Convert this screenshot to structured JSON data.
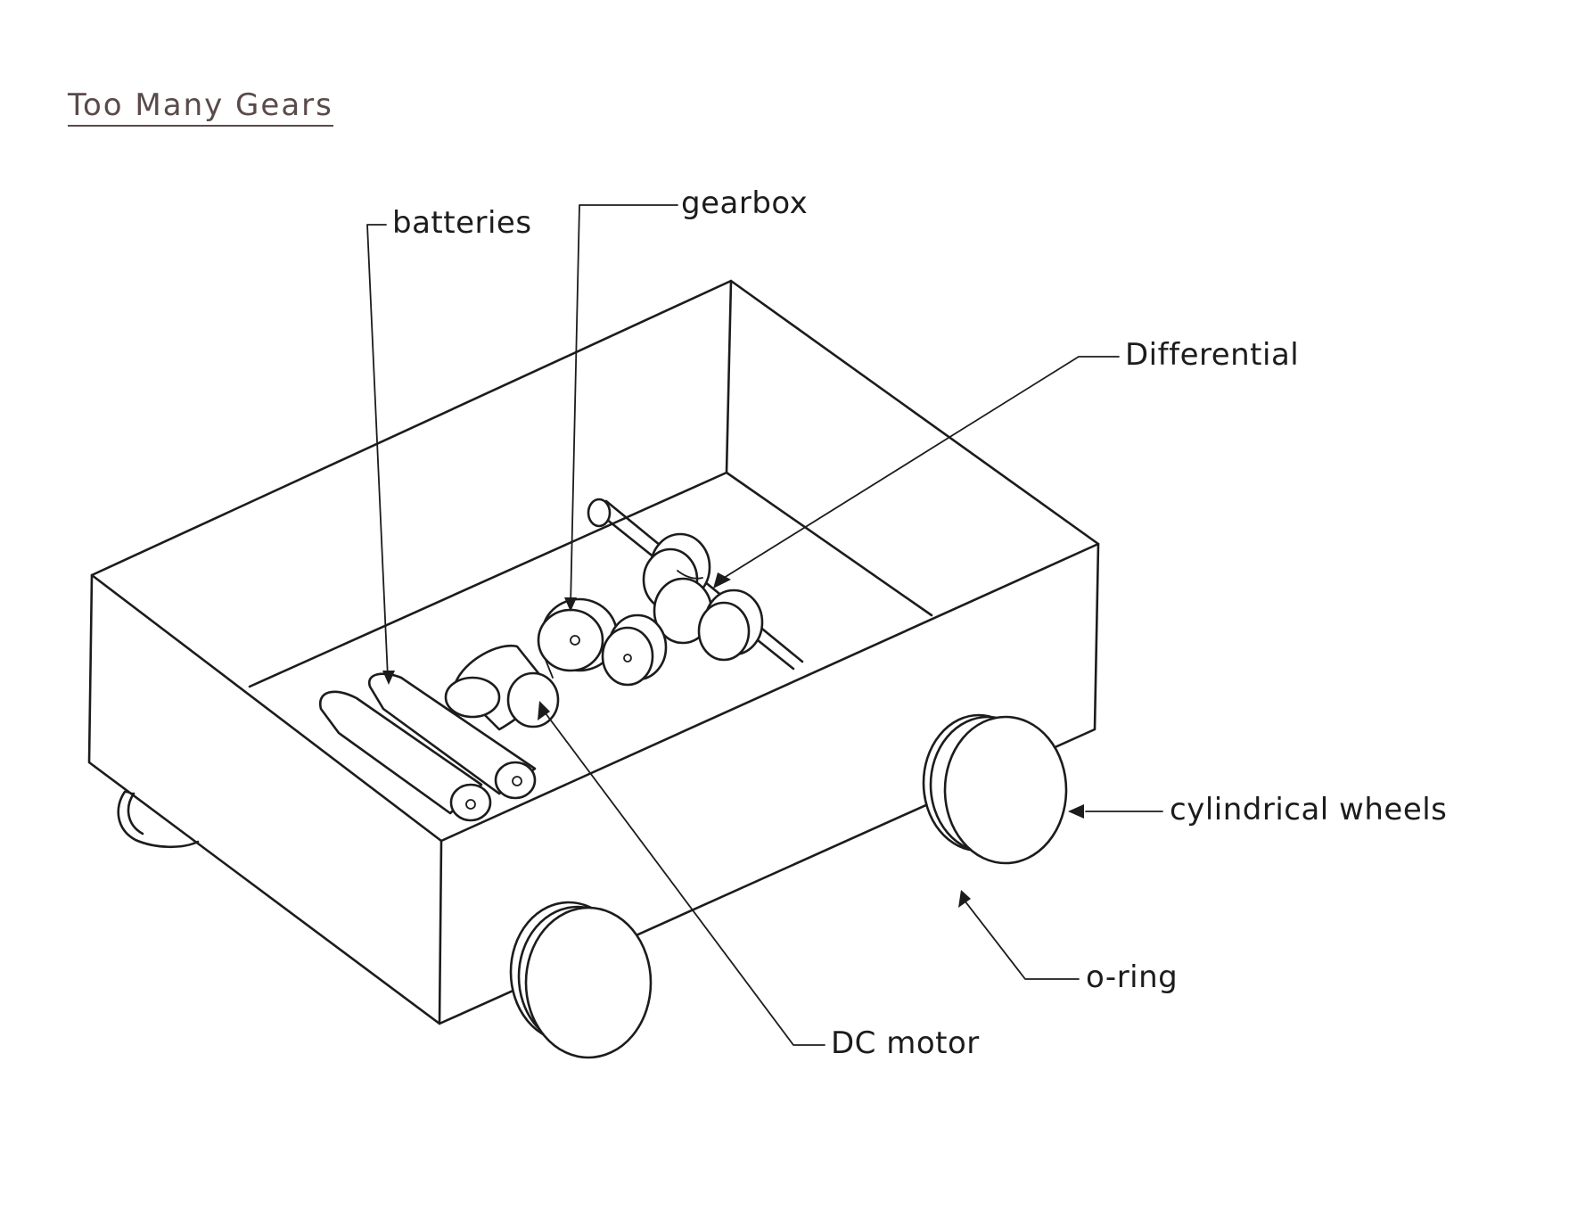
{
  "title": "Too Many Gears",
  "labels": {
    "batteries": "batteries",
    "gearbox": "gearbox",
    "differential": "Differential",
    "cylindrical_wheels": "cylindrical wheels",
    "o_ring": "o-ring",
    "dc_motor": "DC motor"
  }
}
